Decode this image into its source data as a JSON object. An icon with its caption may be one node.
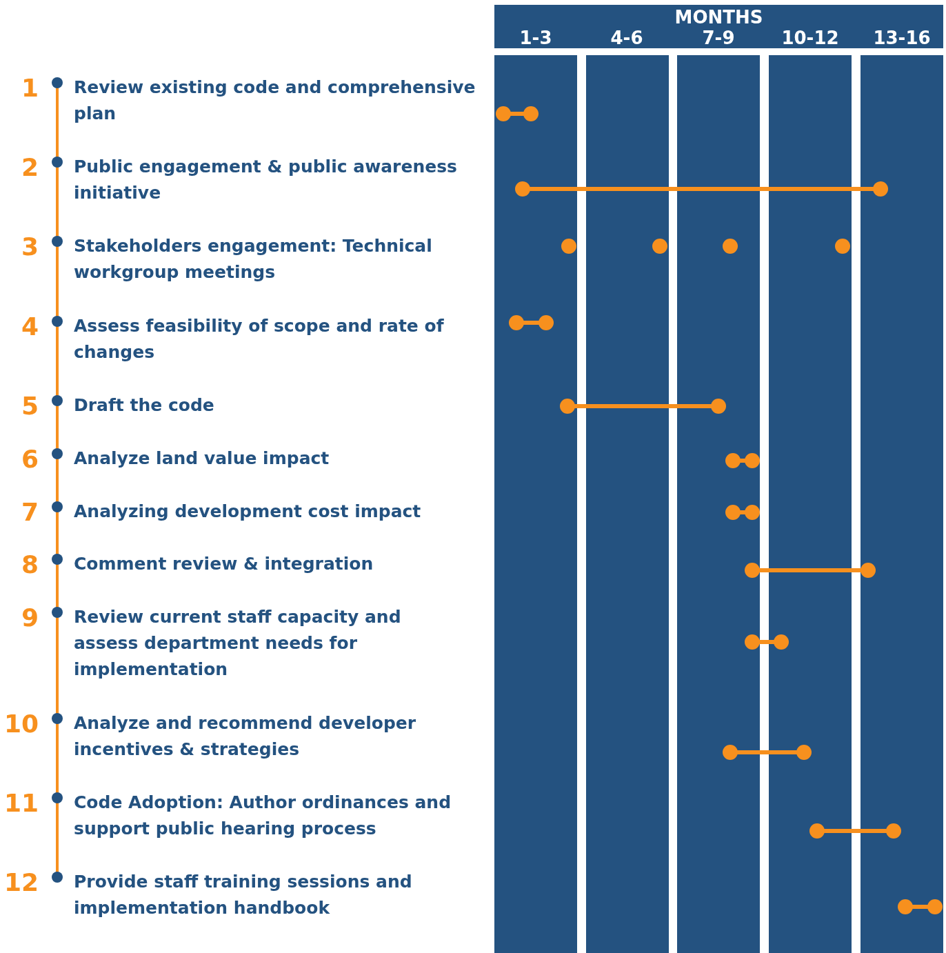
{
  "diagram": {
    "labels": [
      "MONTHS",
      "1-3",
      "4-6",
      "7-9",
      "10-12",
      "13-16",
      "1",
      "Review existing code and comprehensive plan",
      "2",
      "Public engagement & public awareness initiative",
      "3",
      "Stakeholders engagement: Technical workgroup meetings",
      "4",
      "Assess feasibility of scope and rate of changes",
      "5",
      "Draft the code",
      "6",
      "Analyze land value impact",
      "7",
      "Analyzing development cost impact",
      "8",
      "Comment review & integration",
      "9",
      "Review current staff capacity and assess department needs for implementation",
      "10",
      "Analyze and recommend developer incentives & strategies",
      "11",
      "Code Adoption: Author ordinances and support public hearing process",
      "12",
      "Provide staff training sessions and implementation handbook"
    ]
  }
}
